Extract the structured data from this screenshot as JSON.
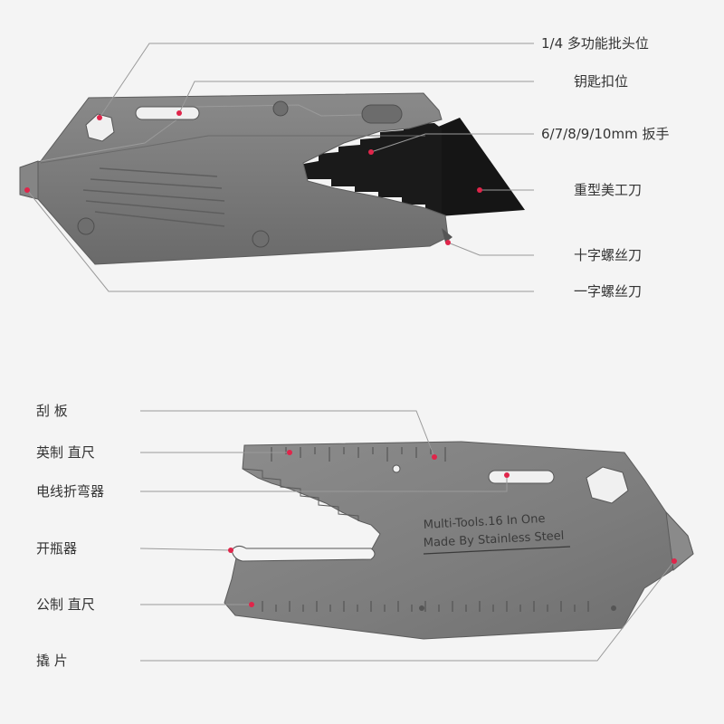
{
  "top_tool": {
    "callouts": [
      {
        "id": "bit-holder",
        "text": "1/4 多功能批头位"
      },
      {
        "id": "key-slot",
        "text": "钥匙扣位"
      },
      {
        "id": "wrench",
        "text": "6/7/8/9/10mm 扳手"
      },
      {
        "id": "utility-knife",
        "text": "重型美工刀"
      },
      {
        "id": "phillips",
        "text": "十字螺丝刀"
      },
      {
        "id": "flathead",
        "text": "一字螺丝刀"
      }
    ]
  },
  "bottom_tool": {
    "callouts": [
      {
        "id": "scraper",
        "text": "刮 板"
      },
      {
        "id": "inch-ruler",
        "text": "英制 直尺"
      },
      {
        "id": "wire-bender",
        "text": "电线折弯器"
      },
      {
        "id": "bottle-opener",
        "text": "开瓶器"
      },
      {
        "id": "metric-ruler",
        "text": "公制 直尺"
      },
      {
        "id": "pry-bar",
        "text": "撬 片"
      }
    ],
    "engraving": {
      "line1": "Multi-Tools.16 In One",
      "line2": "Made By Stainless Steel"
    }
  },
  "colors": {
    "background": "#f4f4f4",
    "steel": "#7d7d7d",
    "blade": "#151515",
    "marker": "#e0254a",
    "leader": "#9a9a9a"
  }
}
